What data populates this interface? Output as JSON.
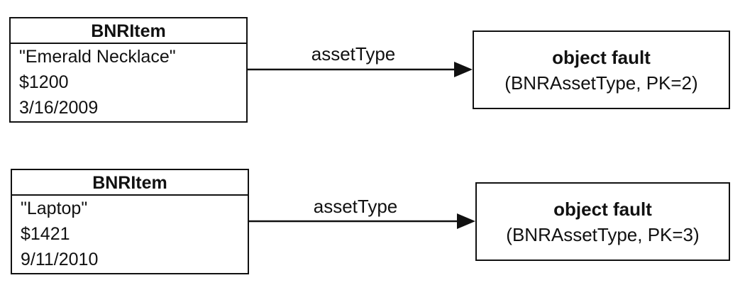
{
  "rows": [
    {
      "item": {
        "title": "BNRItem",
        "name": "\"Emerald Necklace\"",
        "price": "$1200",
        "date": "3/16/2009"
      },
      "relationship": "assetType",
      "fault": {
        "title": "object fault",
        "detail": "(BNRAssetType, PK=2)"
      }
    },
    {
      "item": {
        "title": "BNRItem",
        "name": "\"Laptop\"",
        "price": "$1421",
        "date": "9/11/2010"
      },
      "relationship": "assetType",
      "fault": {
        "title": "object fault",
        "detail": "(BNRAssetType, PK=3)"
      }
    }
  ]
}
